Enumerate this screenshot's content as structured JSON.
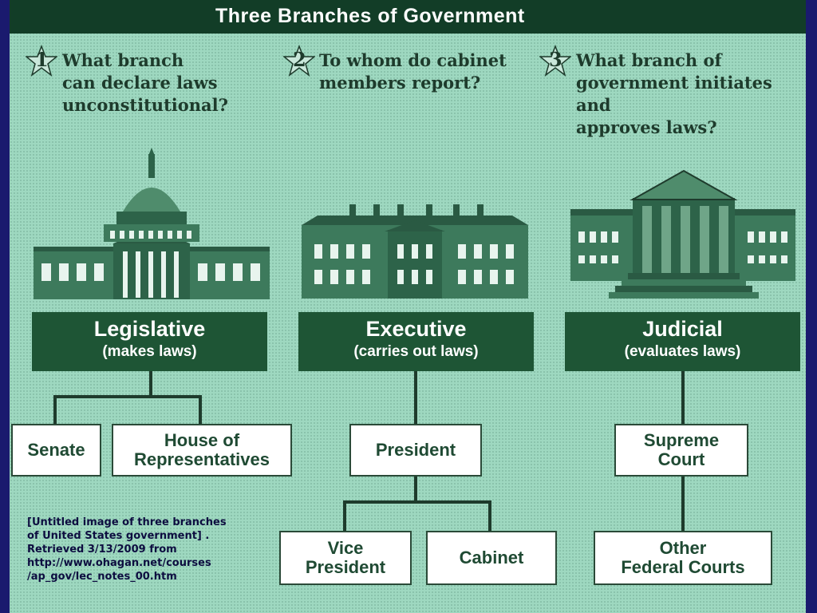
{
  "title": "Three Branches of Government",
  "questions": [
    {
      "number": "1",
      "text": "What branch\ncan declare laws\nunconstitutional?"
    },
    {
      "number": "2",
      "text": "To whom do cabinet\nmembers report?"
    },
    {
      "number": "3",
      "text": "What branch of\ngovernment initiates and\napproves laws?"
    }
  ],
  "branches": [
    {
      "name": "Legislative",
      "description": "(makes laws)",
      "building": "capitol-building-icon"
    },
    {
      "name": "Executive",
      "description": "(carries out laws)",
      "building": "white-house-icon"
    },
    {
      "name": "Judicial",
      "description": "(evaluates laws)",
      "building": "supreme-court-building-icon"
    }
  ],
  "subunits": {
    "legislative": [
      "Senate",
      "House of\nRepresentatives"
    ],
    "executive": {
      "top": "President",
      "below": [
        "Vice\nPresident",
        "Cabinet"
      ]
    },
    "judicial": {
      "top": "Supreme\nCourt",
      "below": [
        "Other\nFederal Courts"
      ]
    }
  },
  "citation": "[Untitled image of three branches\nof United States government] .\nRetrieved 3/13/2009 from\nhttp://www.ohagan.net/courses\n/ap_gov/lec_notes_00.htm",
  "colors": {
    "background": "#9ed8c0",
    "dark_green": "#1e5535",
    "title_bar": "#123d27",
    "outer_border": "#1a1a6e"
  }
}
